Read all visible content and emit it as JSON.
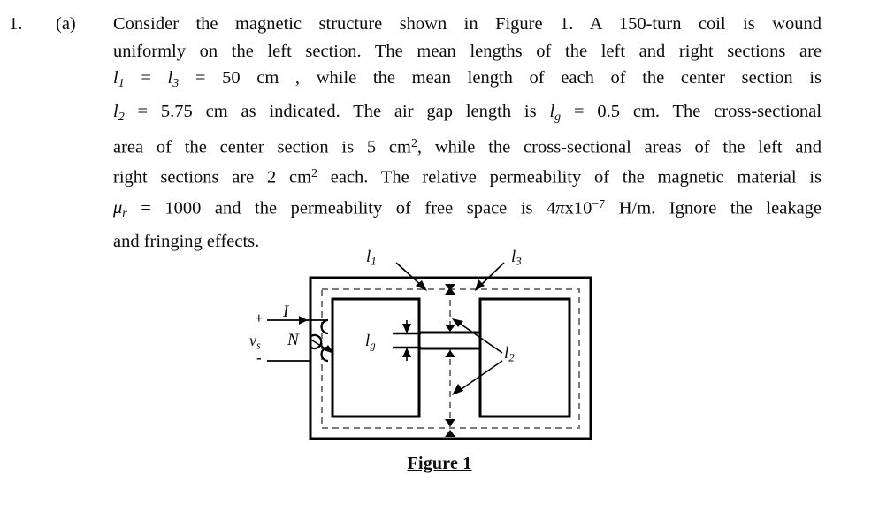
{
  "question": {
    "number": "1.",
    "letter": "(a)",
    "lines": [
      "Consider the magnetic structure shown in Figure 1. A 150-turn coil is wound",
      "uniformly on the left section. The mean lengths of the left and right sections are",
      "l₁ = l₃ = 50 cm , while the mean length of each of the center section is",
      "l₂ = 5.75 cm as indicated. The air gap length is l_g = 0.5 cm. The cross-sectional",
      "area of the center section is 5 cm², while the cross-sectional areas of the left and",
      "right sections are 2 cm² each. The relative permeability of the magnetic material is",
      "μ_r = 1000 and the permeability of free space is 4πx10⁻⁷ H/m. Ignore the leakage",
      "and fringing effects."
    ],
    "line1_text": "Consider the magnetic structure shown in Figure 1. A 150-turn coil is wound",
    "line2_text": "uniformly on the left section. The mean lengths of the left and right sections are",
    "line3_tail": "= 50 cm , while the mean length of each of the center section is",
    "line4_mid": "= 5.75 cm as indicated. The air gap length is",
    "line4_tail": "= 0.5 cm. The cross-sectional",
    "line5_a": "area of the center section is 5 cm",
    "line5_b": ", while the cross-sectional areas of the left and",
    "line6_a": "right sections are 2 cm",
    "line6_b": "each. The relative permeability of the magnetic material is",
    "line7_a": "= 1000 and the permeability of free space is 4",
    "line7_b": "x10",
    "line7_c": "H/m. Ignore the leakage",
    "line8_text": "and fringing effects.",
    "symbols": {
      "l": "l",
      "one": "1",
      "two": "2",
      "three": "3",
      "g": "g",
      "r": "r",
      "mu": "μ",
      "pi": "π",
      "equals": "=",
      "sq": "2",
      "neg7": "−7",
      "turns": "150-turn",
      "l1_val": "50 cm",
      "l2_val": "5.75 cm",
      "lg_val": "0.5 cm",
      "area_center": "5 cm",
      "area_side": "2 cm",
      "mu_r_val": "1000",
      "mu_0_val": "4πx10⁻⁷ H/m"
    }
  },
  "figure": {
    "caption": "Figure 1",
    "labels": {
      "l1": "l",
      "l1_sub": "1",
      "l3": "l",
      "l3_sub": "3",
      "l2": "l",
      "l2_sub": "2",
      "lg": "l",
      "lg_sub": "g",
      "plus": "+",
      "minus": "-",
      "current": "I",
      "source": "v",
      "source_sub": "s",
      "turns": "N"
    },
    "colors": {
      "core_stroke": "#000000",
      "dashed_flux": "#6b6b6b",
      "background": "#ffffff"
    }
  }
}
